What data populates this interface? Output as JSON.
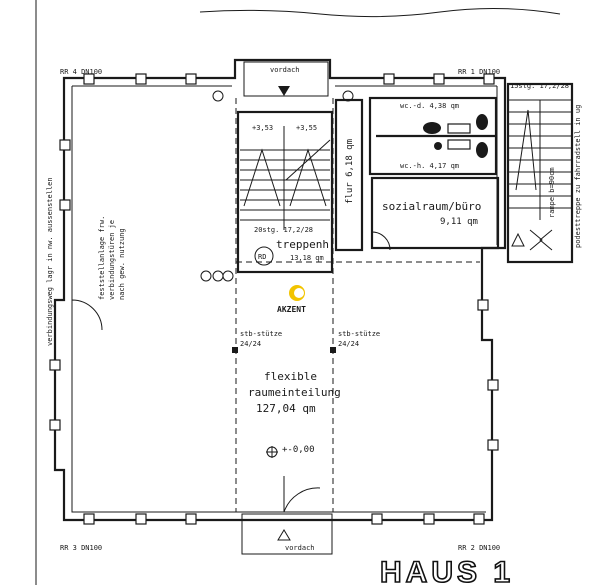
{
  "plan": {
    "top_left_code": "RR 4 DN100",
    "top_right_code": "RR 1 DN100",
    "bottom_left_code": "RR 3 DN100",
    "bottom_right_code": "RR 2 DN100",
    "top_entrance_label": "vordach",
    "bottom_entrance_label": "vordach",
    "stair_right_label": "15stg. 17,2/28",
    "stair_right_sublabel": "rampe b=90cm",
    "stair_right_note": "podesttreppe zu fahrradstell in ug",
    "wc_women": "wc.-d. 4,38 qm",
    "wc_men": "wc.-h. 4,17 qm",
    "corridor": "flur 6,18 qm",
    "office_name": "sozialraum/büro",
    "office_area": "9,11 qm",
    "stair_main_steps": "20stg. 17,2/28",
    "stair_main_name": "treppenh.",
    "stair_main_area": "13,18 qm",
    "rd_label": "RD",
    "step_mark_left": "+3,53",
    "step_mark_right": "+3,55",
    "column_left": "stb-stütze",
    "column_left_size": "24/24",
    "column_right": "stb-stütze",
    "column_right_size": "24/24",
    "flex_title": "flexible",
    "flex_subtitle": "raumeinteilung",
    "flex_area": "127,04 qm",
    "level": "+-0,00",
    "left_note_1": "feststellanlage frw.",
    "left_note_2": "verbindungstüren je",
    "left_note_3": "nach gew. nutzung",
    "left_vertical_note": "verbindungsweg lagr in nw. aussenstellen",
    "watermark": "AKZENT",
    "house_title": "HAUS 1"
  }
}
